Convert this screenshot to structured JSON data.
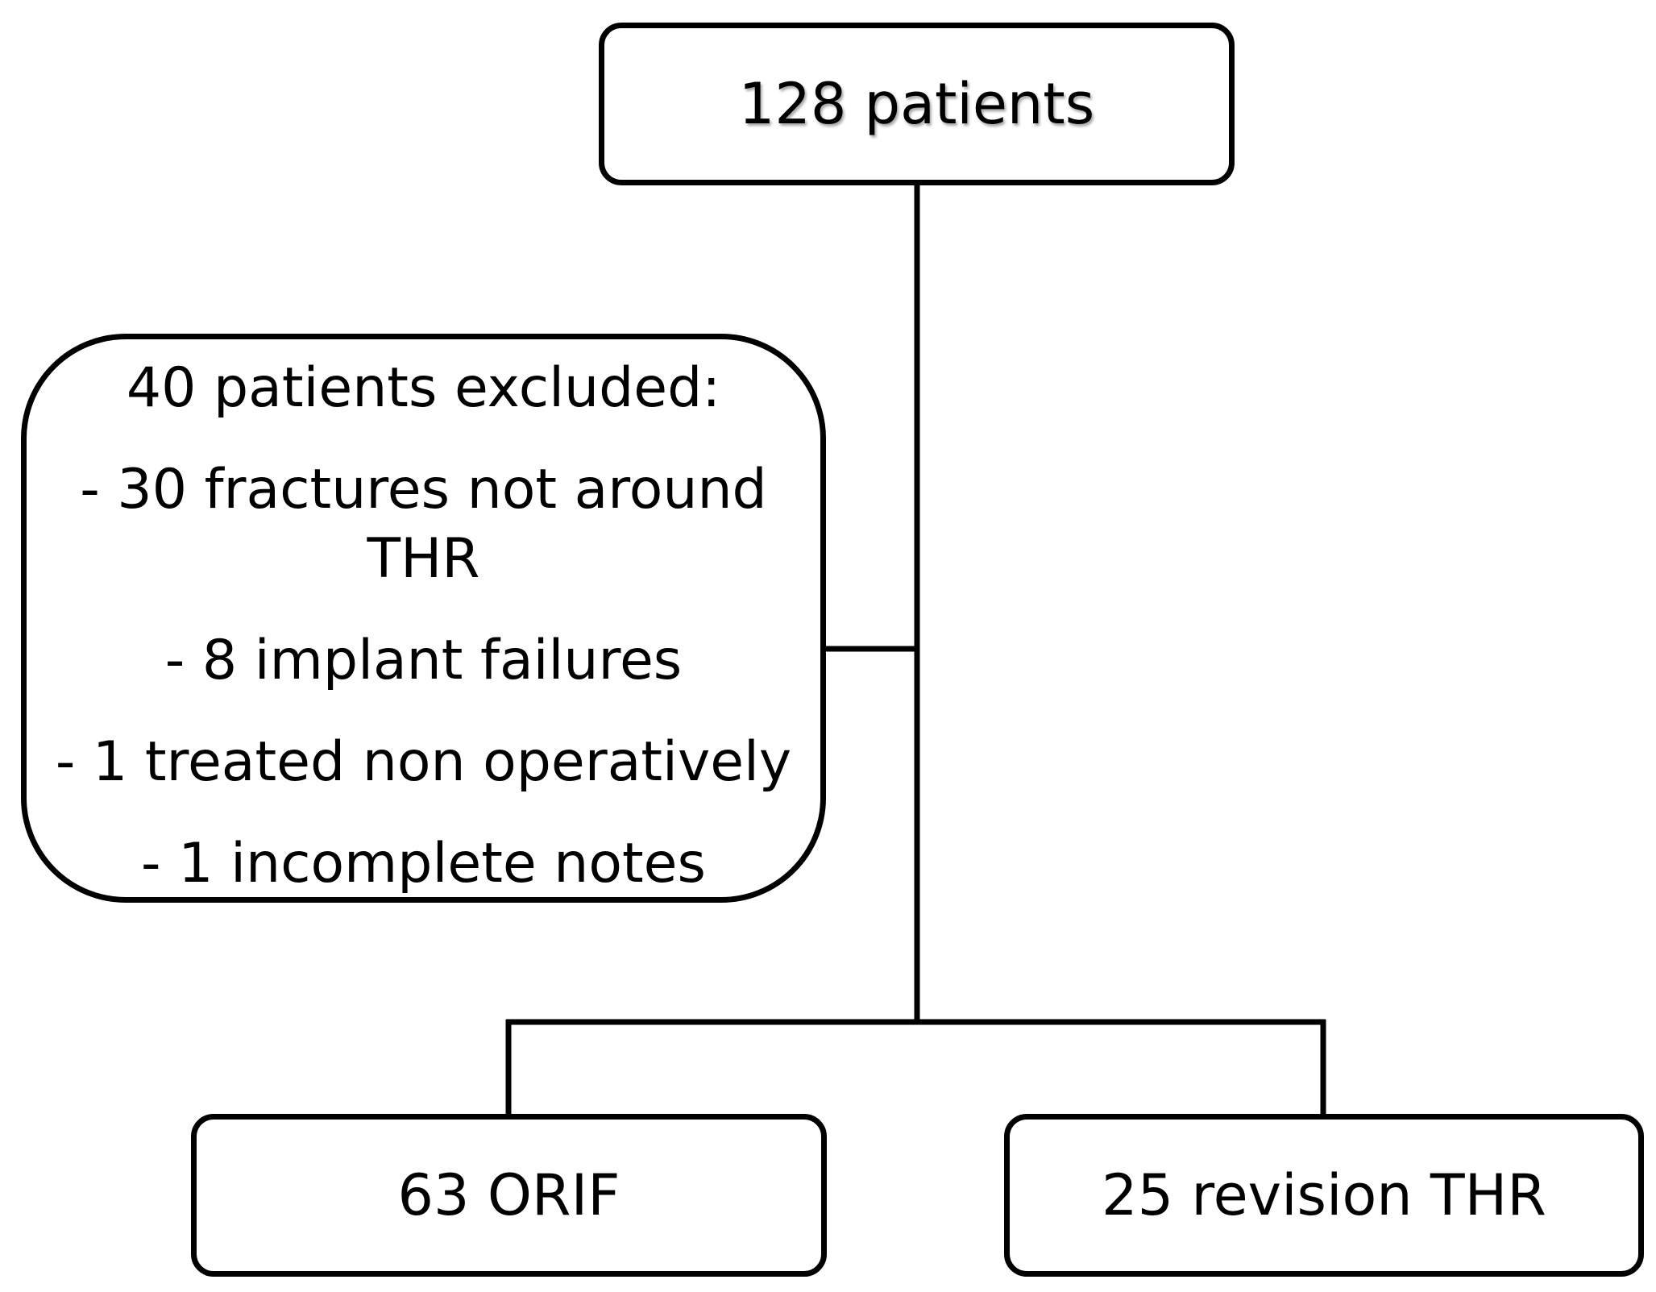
{
  "flowchart": {
    "top_box": {
      "label": "128 patients"
    },
    "excluded_box": {
      "heading": "40 patients excluded:",
      "items": [
        "- 30 fractures not around THR",
        "- 8 implant failures",
        "- 1 treated non operatively",
        "- 1 incomplete notes"
      ]
    },
    "left_bottom_box": {
      "label": "63 ORIF"
    },
    "right_bottom_box": {
      "label": "25 revision THR"
    }
  },
  "colors": {
    "line": "#000000",
    "background": "#ffffff"
  }
}
